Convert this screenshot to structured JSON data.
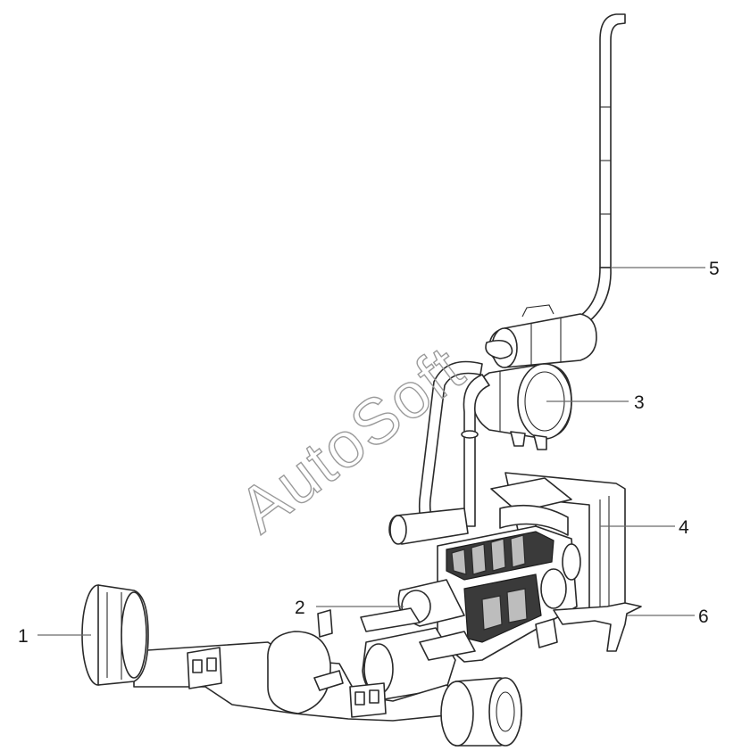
{
  "diagram": {
    "callouts": [
      "1",
      "2",
      "3",
      "4",
      "5",
      "6"
    ],
    "watermark": "AutoSoft"
  }
}
